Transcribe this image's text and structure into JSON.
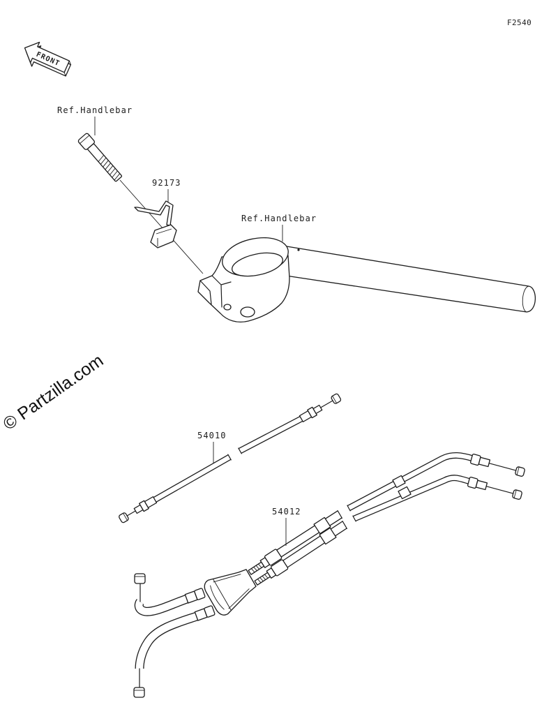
{
  "diagram_code": "F2540",
  "front_arrow": {
    "label": "FRONT"
  },
  "callouts": {
    "ref_handlebar_bolt": "Ref.Handlebar",
    "part_92173": "92173",
    "ref_handlebar_clamp": "Ref.Handlebar",
    "part_54010": "54010",
    "part_54012": "54012"
  },
  "watermark": "© Partzilla.com",
  "colors": {
    "linework": "#1c1c1c",
    "background": "#ffffff"
  }
}
